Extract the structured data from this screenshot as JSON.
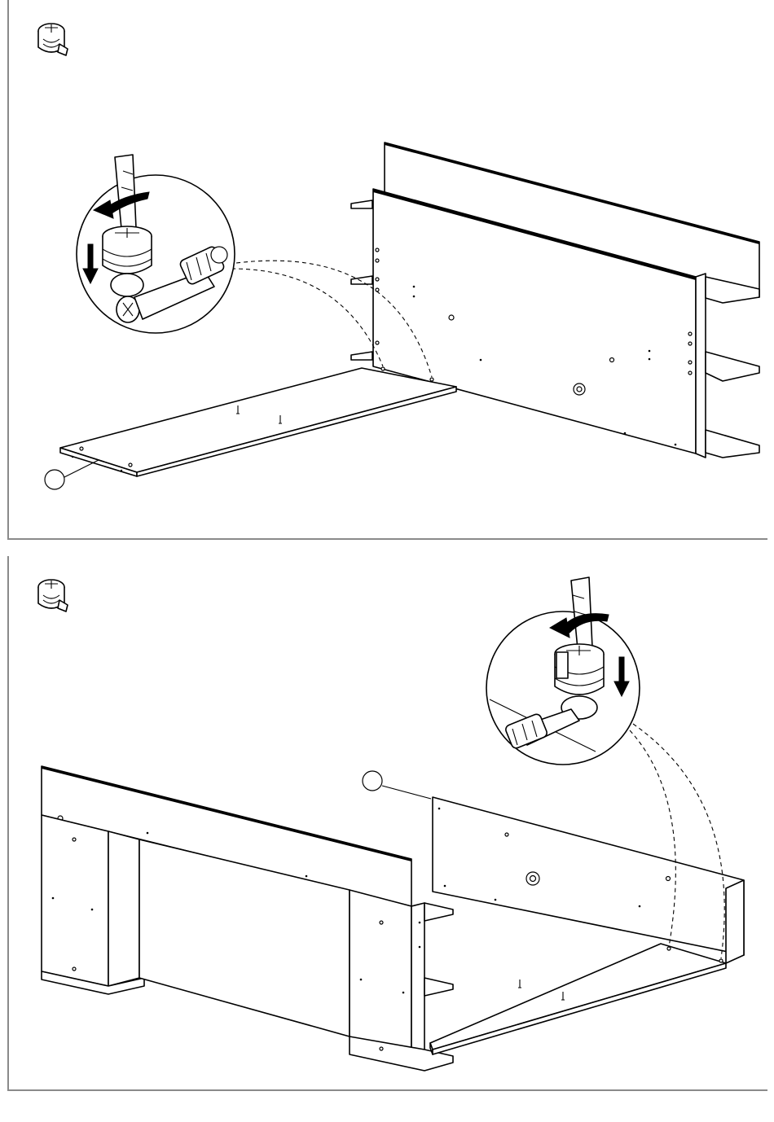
{
  "diagram": {
    "steps": [
      {
        "id": 1,
        "tool_icon": "cam-lock-icon",
        "callout_label": ""
      },
      {
        "id": 2,
        "tool_icon": "cam-lock-icon",
        "callout_label": ""
      }
    ],
    "detail_views": [
      {
        "step": 1,
        "content": "screwdriver-turning-cam-lock",
        "rotation": "counterclockwise",
        "motion": "down"
      },
      {
        "step": 2,
        "content": "screwdriver-turning-cam-lock",
        "rotation": "clockwise",
        "motion": "down"
      }
    ],
    "colors": {
      "line": "#000000",
      "frame": "#8a8a8a",
      "background": "#ffffff"
    }
  }
}
